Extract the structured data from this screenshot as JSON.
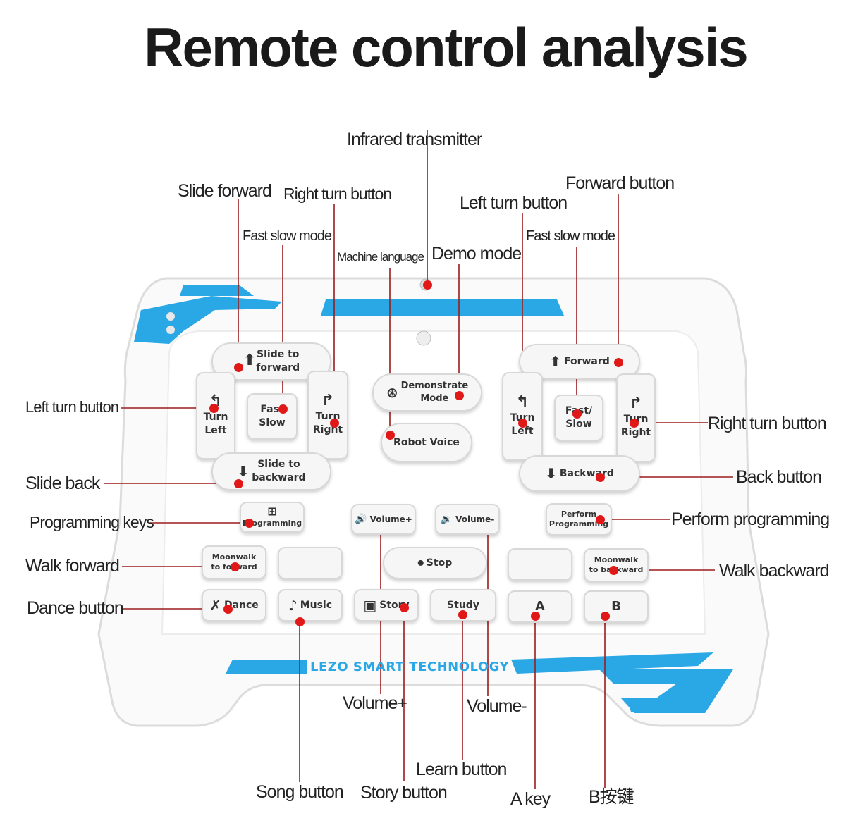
{
  "title": "Remote control analysis",
  "colors": {
    "accent": "#2aa8e6",
    "callout_line": "#9b1c1c",
    "callout_dot": "#e01818"
  },
  "brand": "LEZO SMART TECHNOLOGY",
  "labels": {
    "infrared_transmitter": "Infrared transmitter",
    "slide_forward": "Slide forward",
    "right_turn_button_top": "Right turn button",
    "fast_slow_mode_left": "Fast slow mode",
    "machine_language": "Machine language",
    "demo_mode": "Demo mode",
    "left_turn_button_top": "Left turn button",
    "forward_button": "Forward button",
    "fast_slow_mode_right": "Fast slow mode",
    "left_turn_button_side": "Left turn button",
    "right_turn_button_side": "Right turn button",
    "slide_back": "Slide back",
    "back_button": "Back button",
    "programming_keys": "Programming keys",
    "perform_programming": "Perform programming",
    "walk_forward": "Walk forward",
    "walk_backward": "Walk backward",
    "dance_button": "Dance button",
    "volume_plus": "Volume+",
    "volume_minus": "Volume-",
    "learn_button": "Learn button",
    "song_button": "Song button",
    "story_button": "Story button",
    "a_key": "A key",
    "b_key": "B按键"
  },
  "buttons": {
    "slide_to_forward": "Slide to\nforward",
    "forward": "Forward",
    "turn_left_l": "Turn\nLeft",
    "fast_slow_l": "Fast\nSlow",
    "turn_right_l": "Turn\nRight",
    "demonstrate_mode": "Demonstrate\nMode",
    "robot_voice": "Robot Voice",
    "turn_left_r": "Turn\nLeft",
    "fast_slow_r": "Fast/\nSlow",
    "turn_right_r": "Turn\nRight",
    "slide_to_backward": "Slide to\nbackward",
    "backward": "Backward",
    "programming": "Programming",
    "volume_plus": "Volume+",
    "volume_minus": "Volume-",
    "perform_programming": "Perform\nProgramming",
    "moonwalk_forward": "Moonwalk\nto forward",
    "stop": "Stop",
    "moonwalk_backward": "Moonwalk\nto backward",
    "dance": "Dance",
    "music": "Music",
    "story": "Story",
    "study": "Study",
    "a": "A",
    "b": "B"
  },
  "icons": {
    "arrow_up": "⬆",
    "arrow_down": "⬇",
    "turn_left": "↰",
    "turn_right": "↱",
    "demo": "⊛",
    "windows": "⊞",
    "vol_up": "🔊",
    "vol_down": "🔉",
    "stop": "⏺",
    "dance": "✗",
    "music": "♪",
    "book": "▣"
  }
}
